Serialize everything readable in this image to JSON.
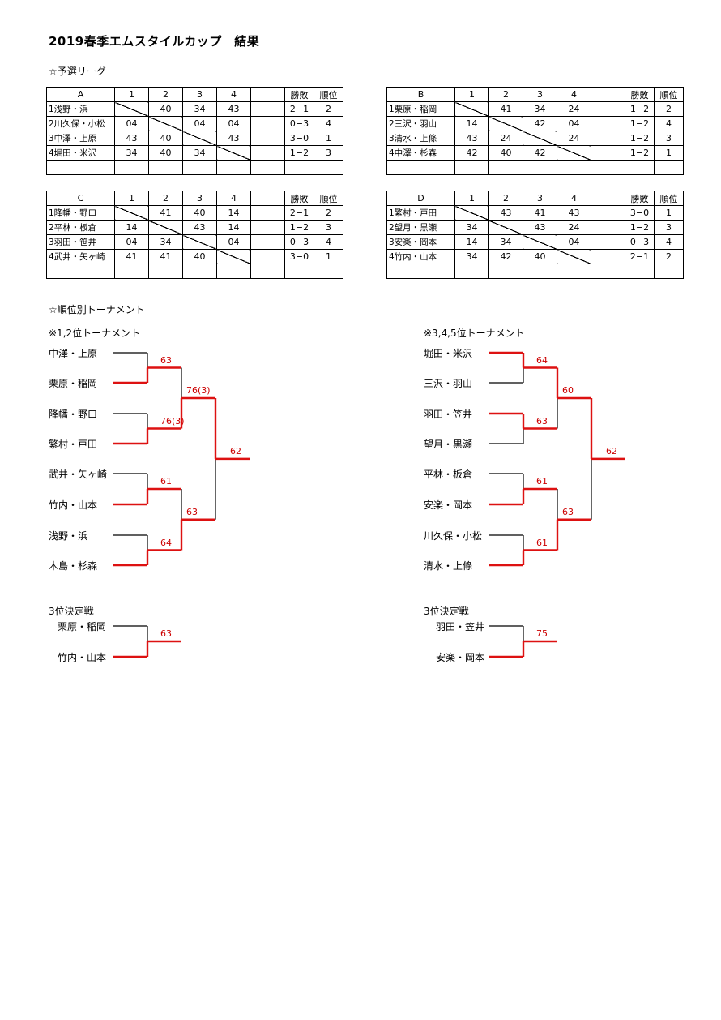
{
  "title": "2019春季エムスタイルカップ　結果",
  "prelim_heading": "☆予選リーグ",
  "header_cols": [
    "1",
    "2",
    "3",
    "4",
    "",
    "勝敗",
    "順位"
  ],
  "groups": [
    {
      "id": "A",
      "rows": [
        {
          "name": "1浅野・浜",
          "scores": [
            "",
            "40",
            "34",
            "43"
          ],
          "record": "2−1",
          "rank": "2"
        },
        {
          "name": "2川久保・小松",
          "scores": [
            "04",
            "",
            "04",
            "04"
          ],
          "record": "0−3",
          "rank": "4"
        },
        {
          "name": "3中澤・上原",
          "scores": [
            "43",
            "40",
            "",
            "43"
          ],
          "record": "3−0",
          "rank": "1"
        },
        {
          "name": "4堀田・米沢",
          "scores": [
            "34",
            "40",
            "34",
            ""
          ],
          "record": "1−2",
          "rank": "3"
        }
      ]
    },
    {
      "id": "B",
      "rows": [
        {
          "name": "1栗原・稲岡",
          "scores": [
            "",
            "41",
            "34",
            "24"
          ],
          "record": "1−2",
          "rank": "2"
        },
        {
          "name": "2三沢・羽山",
          "scores": [
            "14",
            "",
            "42",
            "04"
          ],
          "record": "1−2",
          "rank": "4"
        },
        {
          "name": "3清水・上條",
          "scores": [
            "43",
            "24",
            "",
            "24"
          ],
          "record": "1−2",
          "rank": "3"
        },
        {
          "name": "4中澤・杉森",
          "scores": [
            "42",
            "40",
            "42",
            ""
          ],
          "record": "1−2",
          "rank": "1"
        }
      ]
    },
    {
      "id": "C",
      "rows": [
        {
          "name": "1降幡・野口",
          "scores": [
            "",
            "41",
            "40",
            "14"
          ],
          "record": "2−1",
          "rank": "2"
        },
        {
          "name": "2平林・板倉",
          "scores": [
            "14",
            "",
            "43",
            "14"
          ],
          "record": "1−2",
          "rank": "3"
        },
        {
          "name": "3羽田・笹井",
          "scores": [
            "04",
            "34",
            "",
            "04"
          ],
          "record": "0−3",
          "rank": "4"
        },
        {
          "name": "4武井・矢ヶ崎",
          "scores": [
            "41",
            "41",
            "40",
            ""
          ],
          "record": "3−0",
          "rank": "1"
        }
      ]
    },
    {
      "id": "D",
      "rows": [
        {
          "name": "1繁村・戸田",
          "scores": [
            "",
            "43",
            "41",
            "43"
          ],
          "record": "3−0",
          "rank": "1"
        },
        {
          "name": "2望月・黒瀬",
          "scores": [
            "34",
            "",
            "43",
            "24"
          ],
          "record": "1−2",
          "rank": "3"
        },
        {
          "name": "3安楽・岡本",
          "scores": [
            "14",
            "34",
            "",
            "04"
          ],
          "record": "0−3",
          "rank": "4"
        },
        {
          "name": "4竹内・山本",
          "scores": [
            "34",
            "42",
            "40",
            ""
          ],
          "record": "2−1",
          "rank": "2"
        }
      ]
    }
  ],
  "tournament_heading": "☆順位別トーナメント",
  "bracket_left": {
    "heading": "※1,2位トーナメント",
    "teams": [
      "中澤・上原",
      "栗原・稲岡",
      "降幡・野口",
      "繁村・戸田",
      "武井・矢ヶ崎",
      "竹内・山本",
      "浅野・浜",
      "木島・杉森"
    ],
    "r1": [
      "63",
      "76(3)",
      "61",
      "64"
    ],
    "r2": [
      "76(3)",
      "63"
    ],
    "final": "62",
    "third_heading": "3位決定戦",
    "third_teams": [
      "栗原・稲岡",
      "竹内・山本"
    ],
    "third_score": "63"
  },
  "bracket_right": {
    "heading": "※3,4,5位トーナメント",
    "teams": [
      "堀田・米沢",
      "三沢・羽山",
      "羽田・笠井",
      "望月・黒瀬",
      "平林・板倉",
      "安楽・岡本",
      "川久保・小松",
      "清水・上條"
    ],
    "r1": [
      "64",
      "63",
      "61",
      "61"
    ],
    "r2": [
      "60",
      "63"
    ],
    "final": "62",
    "third_heading": "3位決定戦",
    "third_teams": [
      "羽田・笠井",
      "安楽・岡本"
    ],
    "third_score": "75"
  },
  "colors": {
    "winner_line": "#dd1111",
    "score_text": "#cc0000",
    "line": "#000000"
  }
}
